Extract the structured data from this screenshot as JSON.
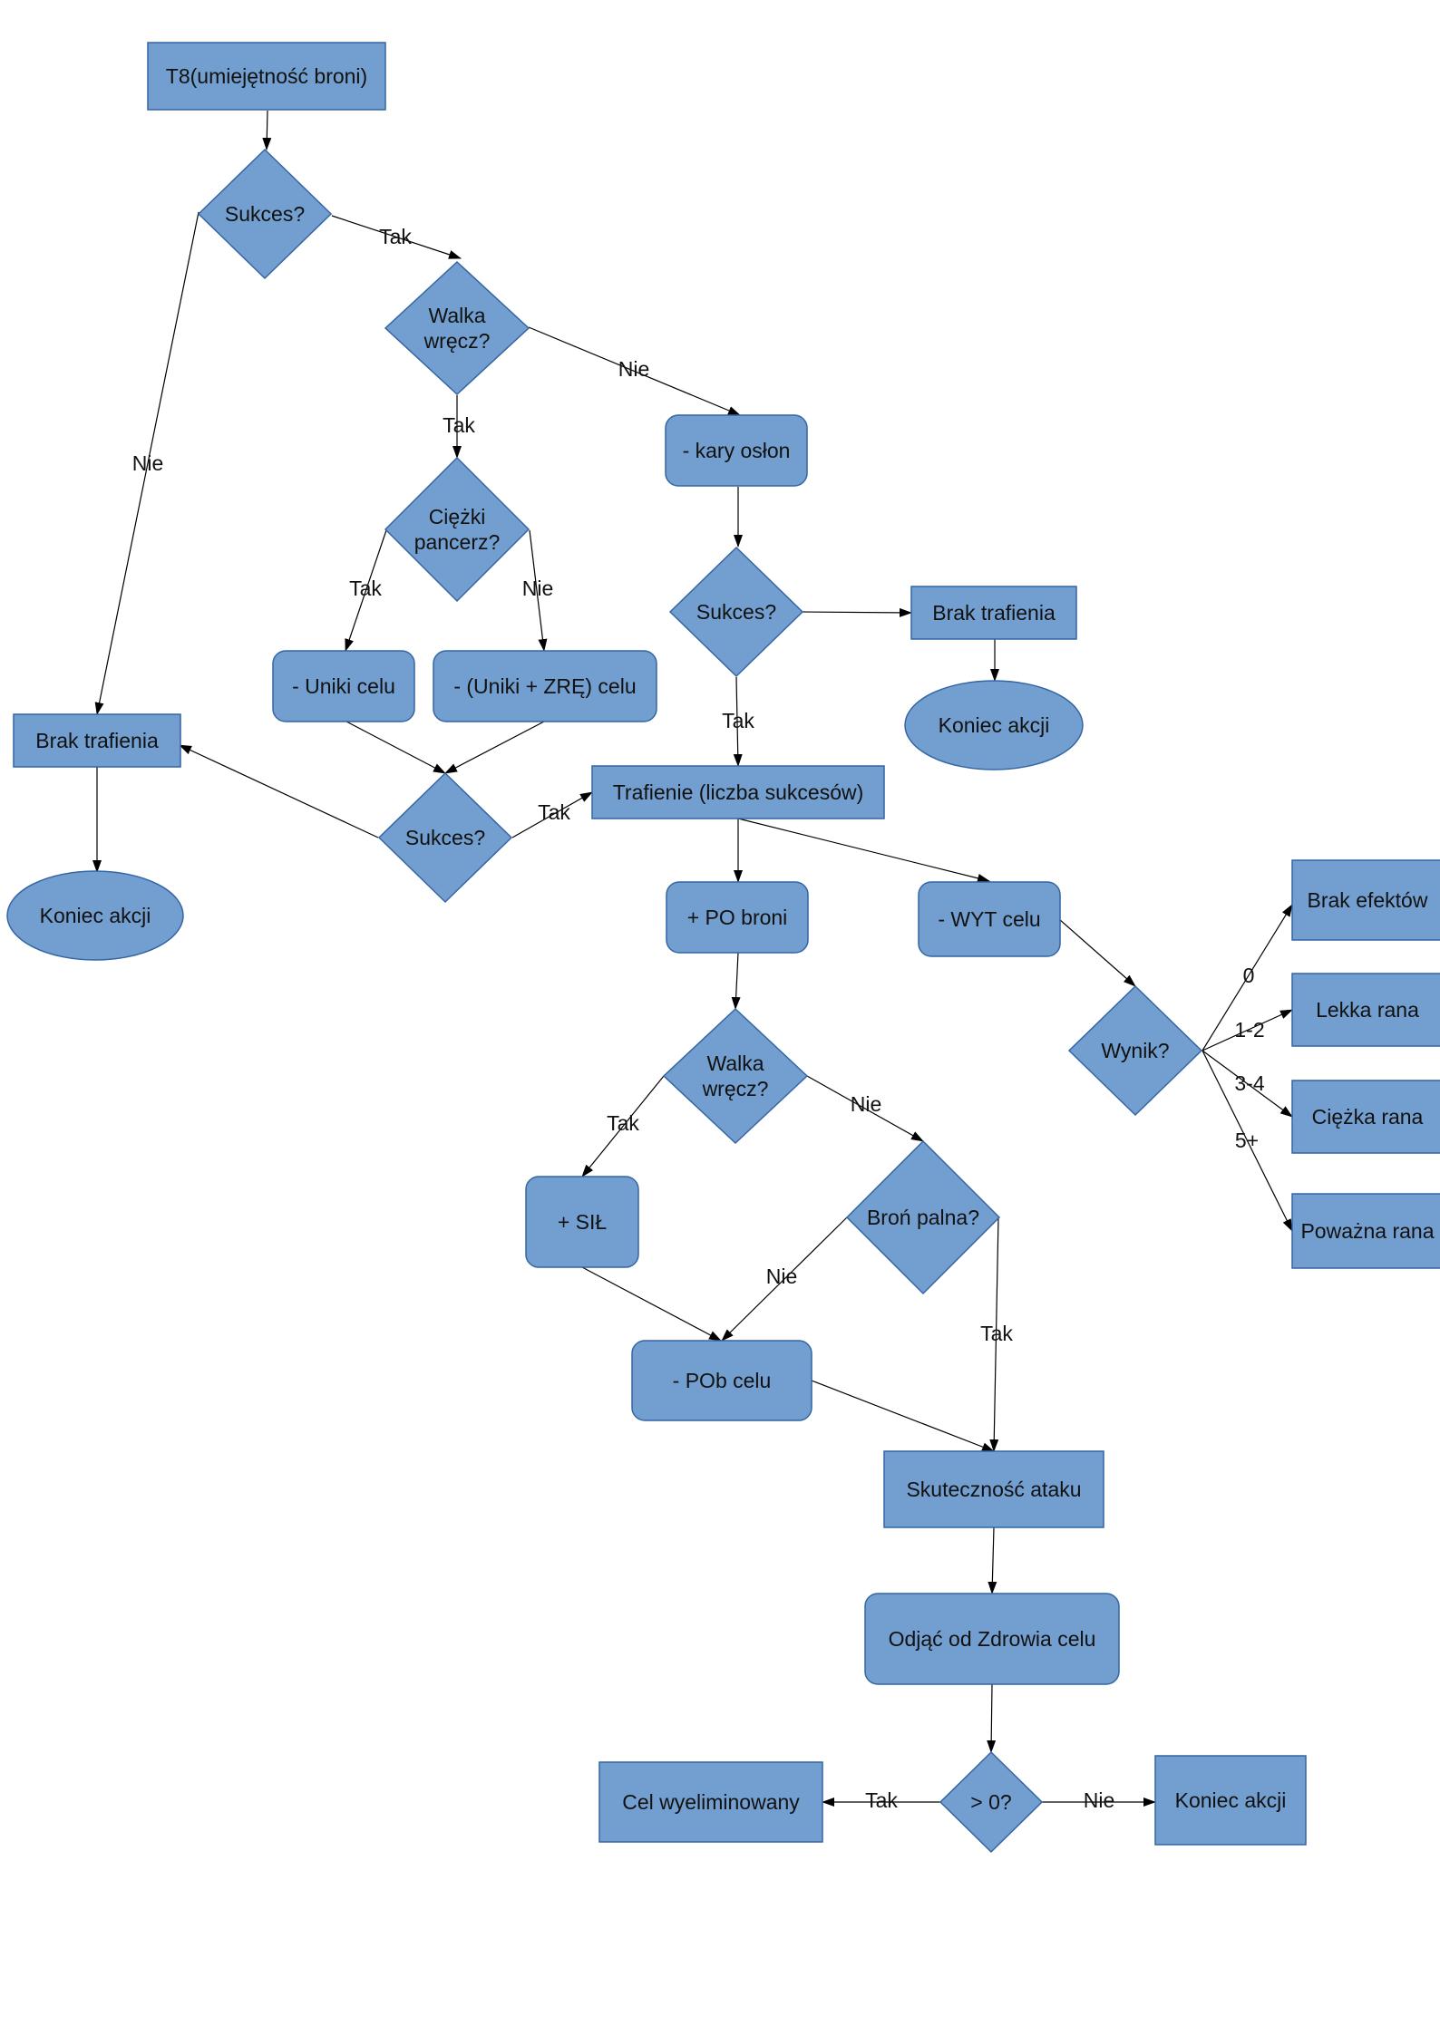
{
  "colors": {
    "node_fill": "#729fcf",
    "node_stroke": "#3465a4",
    "line": "#000000"
  },
  "nodes": [
    {
      "id": "start",
      "shape": "rect",
      "label": "T8(umiejętność broni)"
    },
    {
      "id": "d_success1",
      "shape": "diamond",
      "label": "Sukces?"
    },
    {
      "id": "d_melee1",
      "shape": "diamond",
      "label": "Walka\nwręcz?"
    },
    {
      "id": "d_armor",
      "shape": "diamond",
      "label": "Ciężki\npancerz?"
    },
    {
      "id": "cover",
      "shape": "rounded",
      "label": "- kary osłon"
    },
    {
      "id": "dodge",
      "shape": "rounded",
      "label": "- Uniki celu"
    },
    {
      "id": "dodge_dex",
      "shape": "rounded",
      "label": "- (Uniki + ZRĘ) celu"
    },
    {
      "id": "d_success2",
      "shape": "diamond",
      "label": "Sukces?"
    },
    {
      "id": "miss2",
      "shape": "rect",
      "label": "Brak trafienia"
    },
    {
      "id": "end2",
      "shape": "ellipse",
      "label": "Koniec akcji"
    },
    {
      "id": "miss1",
      "shape": "rect",
      "label": "Brak trafienia"
    },
    {
      "id": "end1",
      "shape": "ellipse",
      "label": "Koniec akcji"
    },
    {
      "id": "d_success3",
      "shape": "diamond",
      "label": "Sukces?"
    },
    {
      "id": "hit",
      "shape": "rect",
      "label": "Trafienie (liczba sukcesów)"
    },
    {
      "id": "po",
      "shape": "rounded",
      "label": "+ PO broni"
    },
    {
      "id": "wyt",
      "shape": "rounded",
      "label": "- WYT celu"
    },
    {
      "id": "d_result",
      "shape": "diamond",
      "label": "Wynik?"
    },
    {
      "id": "no_effect",
      "shape": "rect",
      "label": "Brak efektów"
    },
    {
      "id": "light",
      "shape": "rect",
      "label": "Lekka rana"
    },
    {
      "id": "heavy",
      "shape": "rect",
      "label": "Ciężka rana"
    },
    {
      "id": "serious",
      "shape": "rect",
      "label": "Poważna rana"
    },
    {
      "id": "d_melee2",
      "shape": "diamond",
      "label": "Walka\nwręcz?"
    },
    {
      "id": "sil",
      "shape": "rounded",
      "label": "+ SIŁ"
    },
    {
      "id": "d_firearm",
      "shape": "diamond",
      "label": "Broń palna?"
    },
    {
      "id": "pob",
      "shape": "rounded",
      "label": "- POb celu"
    },
    {
      "id": "effect",
      "shape": "rect",
      "label": "Skuteczność ataku"
    },
    {
      "id": "subtract",
      "shape": "rounded",
      "label": "Odjąć od Zdrowia celu"
    },
    {
      "id": "d_gt0",
      "shape": "diamond",
      "label": "> 0?"
    },
    {
      "id": "eliminated",
      "shape": "rect",
      "label": "Cel wyeliminowany"
    },
    {
      "id": "end3",
      "shape": "rect",
      "label": "Koniec akcji"
    }
  ],
  "edges": [
    {
      "id": "e1",
      "label": ""
    },
    {
      "id": "e2",
      "label": "Tak"
    },
    {
      "id": "e3",
      "label": "Nie"
    },
    {
      "id": "e4",
      "label": "Nie"
    },
    {
      "id": "e5",
      "label": "Tak"
    },
    {
      "id": "e6",
      "label": "Tak"
    },
    {
      "id": "e7",
      "label": "Nie"
    },
    {
      "id": "e8",
      "label": ""
    },
    {
      "id": "e9",
      "label": ""
    },
    {
      "id": "e10",
      "label": "Nie"
    },
    {
      "id": "e11",
      "label": ""
    },
    {
      "id": "e12",
      "label": "Tak"
    },
    {
      "id": "e13",
      "label": ""
    },
    {
      "id": "e14",
      "label": "Nie"
    },
    {
      "id": "e15",
      "label": ""
    },
    {
      "id": "e16",
      "label": "Tak"
    },
    {
      "id": "e17",
      "label": ""
    },
    {
      "id": "e18",
      "label": ""
    },
    {
      "id": "e19",
      "label": ""
    },
    {
      "id": "e20",
      "label": "0"
    },
    {
      "id": "e21",
      "label": "1-2"
    },
    {
      "id": "e22",
      "label": "3-4"
    },
    {
      "id": "e23",
      "label": "5+"
    },
    {
      "id": "e24",
      "label": ""
    },
    {
      "id": "e25",
      "label": "Tak"
    },
    {
      "id": "e26",
      "label": "Nie"
    },
    {
      "id": "e27",
      "label": ""
    },
    {
      "id": "e28",
      "label": "Nie"
    },
    {
      "id": "e29",
      "label": "Tak"
    },
    {
      "id": "e30",
      "label": ""
    },
    {
      "id": "e31",
      "label": ""
    },
    {
      "id": "e32",
      "label": ""
    },
    {
      "id": "e33",
      "label": "Tak"
    },
    {
      "id": "e34",
      "label": "Nie"
    }
  ]
}
